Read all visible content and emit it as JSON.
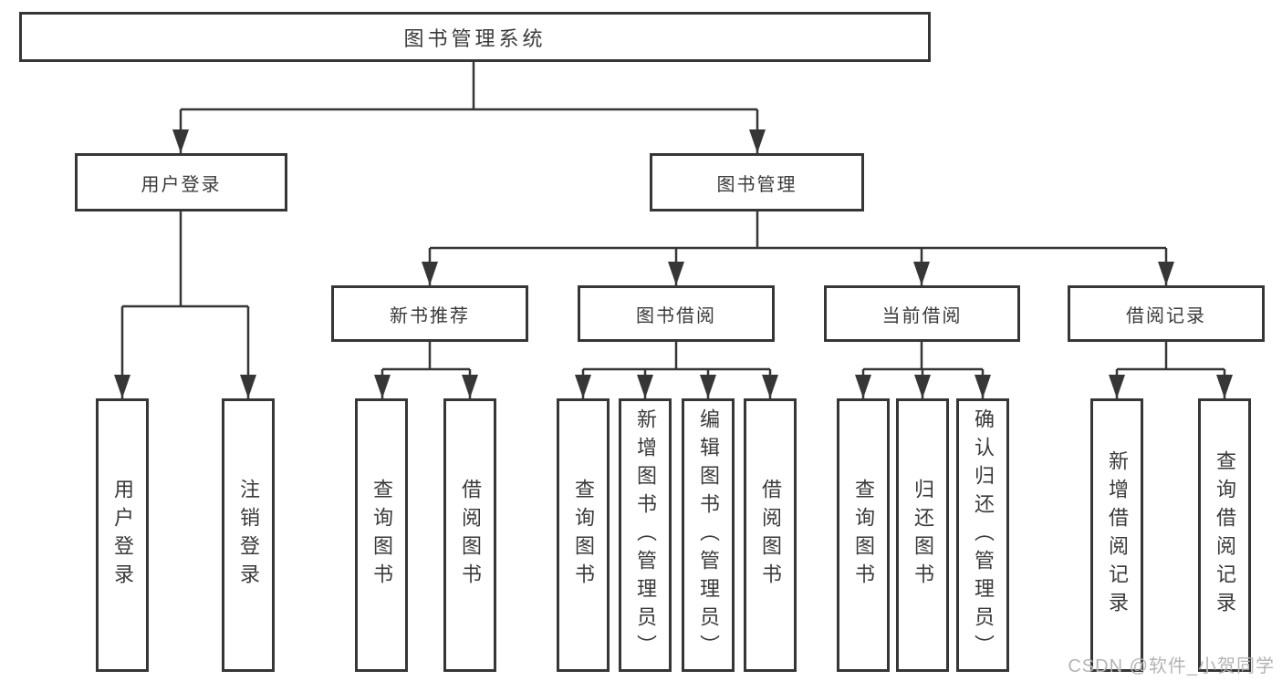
{
  "tree": {
    "root": "图书管理系统",
    "children": [
      {
        "label": "用户登录",
        "children": [
          "用户登录",
          "注销登录"
        ]
      },
      {
        "label": "图书管理",
        "children": [
          {
            "label": "新书推荐",
            "children": [
              "查询图书",
              "借阅图书"
            ]
          },
          {
            "label": "图书借阅",
            "children": [
              "查询图书",
              "新增图书（管理员）",
              "编辑图书（管理员）",
              "借阅图书"
            ]
          },
          {
            "label": "当前借阅",
            "children": [
              "查询图书",
              "归还图书",
              "确认归还（管理员）"
            ]
          },
          {
            "label": "借阅记录",
            "children": [
              "新增借阅记录",
              "查询借阅记录"
            ]
          }
        ]
      }
    ]
  },
  "watermark": "CSDN @软件_小贺同学",
  "colors": {
    "line": "#363636",
    "text": "#3a3a3a",
    "watermark": "#b4b4b4",
    "background": "#ffffff"
  }
}
